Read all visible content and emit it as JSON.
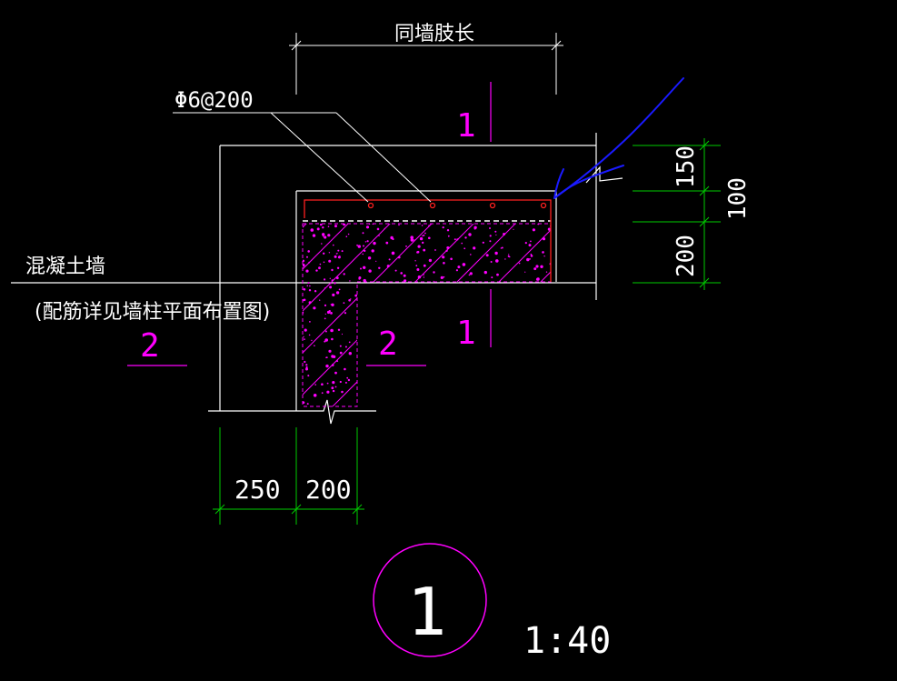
{
  "drawing": {
    "top_dimension_label": "同墙肢长",
    "rebar_label": "Φ6@200",
    "section_1_top": "1",
    "section_1_bottom": "1",
    "section_2_left": "2",
    "section_2_right": "2",
    "wall_label": "混凝土墙",
    "wall_note": "(配筋详见墙柱平面布置图)",
    "dim_250": "250",
    "dim_200_bottom": "200",
    "dim_150": "150",
    "dim_200_right": "200",
    "dim_100": "100",
    "detail_number": "1",
    "scale": "1:40",
    "colors": {
      "background": "#000000",
      "outline": "#ffffff",
      "concrete": "#ff00ff",
      "rebar": "#ff2020",
      "dimension": "#00cc00",
      "markup": "#1a1aff"
    }
  }
}
